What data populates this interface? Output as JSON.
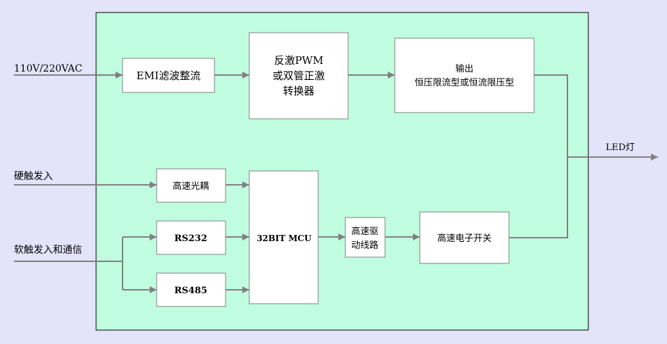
{
  "inputs": {
    "ac_in": "110V/220VAC",
    "hard_trigger": "硬触发入",
    "soft_trigger": "软触发入和通信"
  },
  "output": {
    "led": "LED灯"
  },
  "blocks": {
    "emi": "EMI滤波整流",
    "converter": [
      "反激PWM",
      "或双管正激",
      "转换器"
    ],
    "output_stage": [
      "输出",
      "恒压限流型或恒流限压型"
    ],
    "optocoupler": "高速光耦",
    "rs232": "RS232",
    "rs485": "RS485",
    "mcu": "32BIT MCU",
    "driver": [
      "高速驱",
      "动线路"
    ],
    "switch": "高速电子开关"
  },
  "colors": {
    "background": "#e3e4fa",
    "panel": "#c0fde0",
    "arrow": "#808080",
    "box_border": "#808080"
  }
}
